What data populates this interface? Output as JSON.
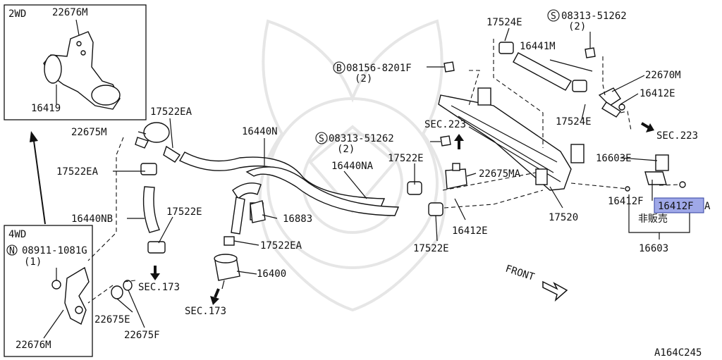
{
  "diagram": {
    "boxes": {
      "two_wd": {
        "title": "2WD",
        "labels": [
          "22676M",
          "16419"
        ]
      },
      "four_wd": {
        "title": "4WD",
        "labels": [
          "08911-1081G",
          "(1)",
          "22676M"
        ],
        "bolt_prefix": "N"
      }
    },
    "callouts": {
      "c17524e_top": "17524E",
      "c08313_top": "08313-51262",
      "c08313_top_qty": "(2)",
      "c16441m": "16441M",
      "c08156": "08156-8201F",
      "c08156_qty": "(2)",
      "c22670m": "22670M",
      "c16412e_r": "16412E",
      "c17524e_mid": "17524E",
      "c17522ea_top": "17522EA",
      "c22675m": "22675M",
      "c16440n": "16440N",
      "c08313_mid": "08313-51262",
      "c08313_mid_qty": "(2)",
      "c_sec223_mid": "SEC.223",
      "c_sec223_r": "SEC.223",
      "c17522ea_l": "17522EA",
      "c16440na": "16440NA",
      "c17522e_mid": "17522E",
      "c22675ma": "22675MA",
      "c16603e": "16603E",
      "c16440nb": "16440NB",
      "c17522e_l": "17522E",
      "c16883": "16883",
      "c16412e_mid": "16412E",
      "c17520": "17520",
      "c16412f": "16412F",
      "c16412fa": "16412F",
      "c16412fa_suffix": "A",
      "c_hihanbai": "非販売",
      "c16603": "16603",
      "c17522ea_low": "17522EA",
      "c17522e_low": "17522E",
      "c16400": "16400",
      "c_sec173_l": "SEC.173",
      "c_sec173_b": "SEC.173",
      "c22675e": "22675E",
      "c22675f": "22675F",
      "c_front": "FRONT",
      "c_code": "A164C245"
    },
    "bolt_prefix_s": "S",
    "bolt_prefix_b": "B",
    "highlight_color": "#9fa8e8"
  }
}
